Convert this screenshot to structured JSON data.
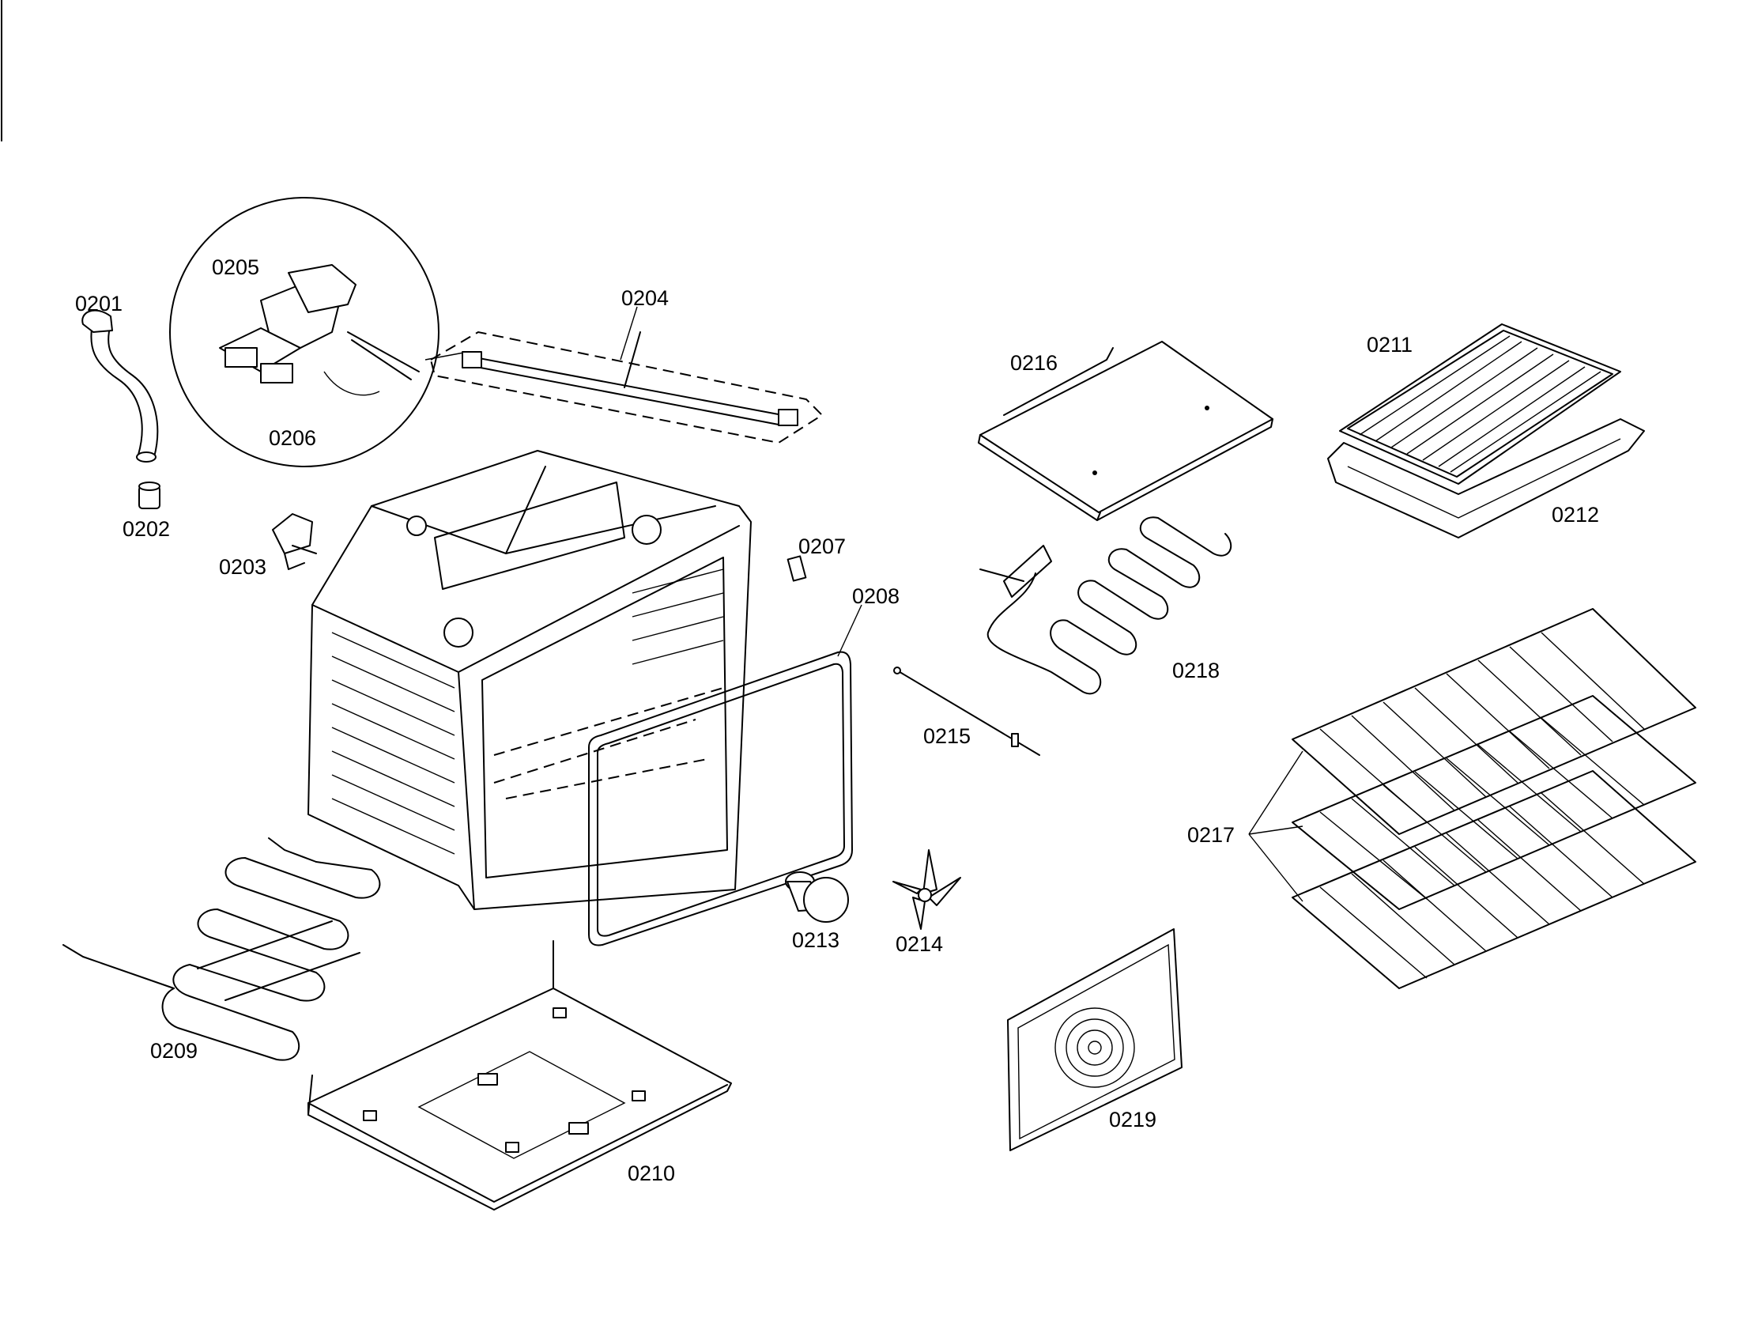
{
  "diagram": {
    "parts": [
      {
        "id": "p0201",
        "label": "0201"
      },
      {
        "id": "p0202",
        "label": "0202"
      },
      {
        "id": "p0203",
        "label": "0203"
      },
      {
        "id": "p0204",
        "label": "0204"
      },
      {
        "id": "p0205",
        "label": "0205"
      },
      {
        "id": "p0206",
        "label": "0206"
      },
      {
        "id": "p0207",
        "label": "0207"
      },
      {
        "id": "p0208",
        "label": "0208"
      },
      {
        "id": "p0209",
        "label": "0209"
      },
      {
        "id": "p0210",
        "label": "0210"
      },
      {
        "id": "p0211",
        "label": "0211"
      },
      {
        "id": "p0212",
        "label": "0212"
      },
      {
        "id": "p0213",
        "label": "0213"
      },
      {
        "id": "p0214",
        "label": "0214"
      },
      {
        "id": "p0215",
        "label": "0215"
      },
      {
        "id": "p0216",
        "label": "0216"
      },
      {
        "id": "p0217",
        "label": "0217"
      },
      {
        "id": "p0218",
        "label": "0218"
      },
      {
        "id": "p0219",
        "label": "0219"
      }
    ]
  }
}
